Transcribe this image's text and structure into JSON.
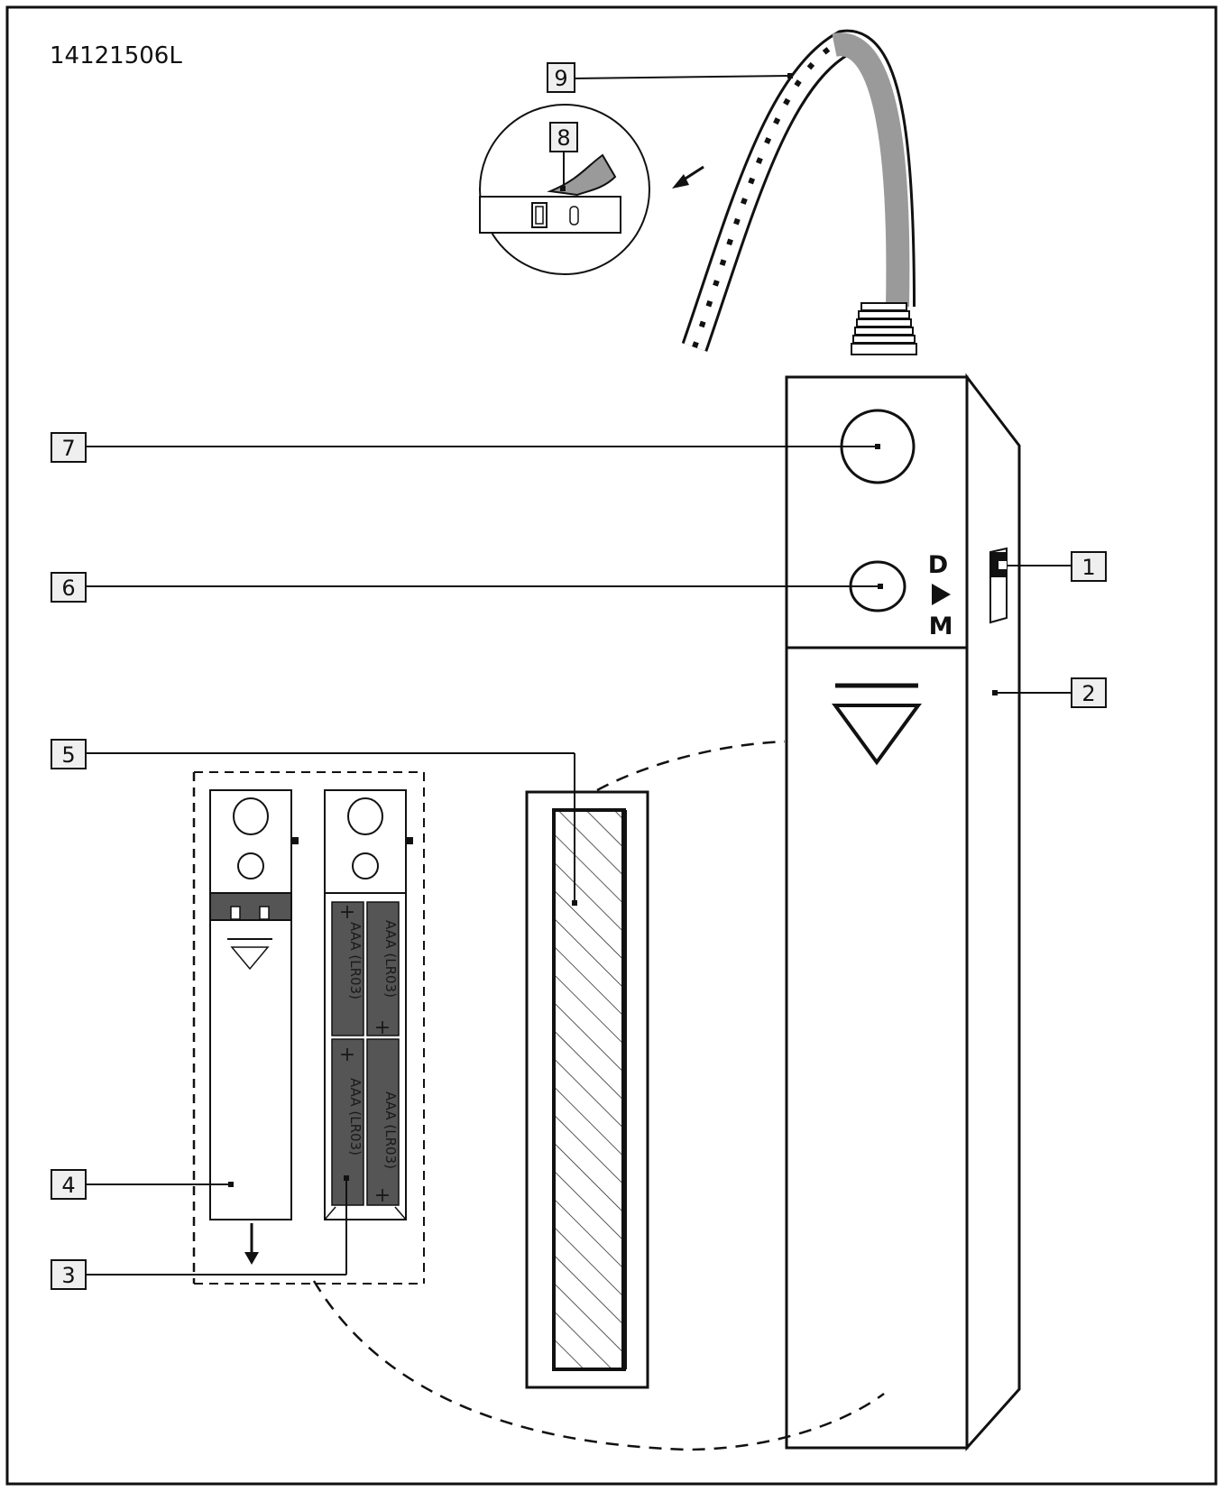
{
  "document": {
    "model_code": "14121506L"
  },
  "callouts": [
    {
      "id": "1",
      "text": "1"
    },
    {
      "id": "2",
      "text": "2"
    },
    {
      "id": "3",
      "text": "3"
    },
    {
      "id": "4",
      "text": "4"
    },
    {
      "id": "5",
      "text": "5"
    },
    {
      "id": "6",
      "text": "6"
    },
    {
      "id": "7",
      "text": "7"
    },
    {
      "id": "8",
      "text": "8"
    },
    {
      "id": "9",
      "text": "9"
    }
  ],
  "switch": {
    "top_label": "D",
    "bottom_label": "M"
  },
  "batteries": [
    {
      "type": "AAA (LR03)",
      "plus": "+"
    },
    {
      "type": "AAA (LR03)",
      "plus": "+"
    },
    {
      "type": "AAA (LR03)",
      "plus": "+"
    },
    {
      "type": "AAA (LR03)",
      "plus": "+"
    }
  ],
  "colors": {
    "line": "#111111",
    "battery": "#555555",
    "strip_back": "#9a9a9a",
    "callout_fill": "#efefef"
  }
}
